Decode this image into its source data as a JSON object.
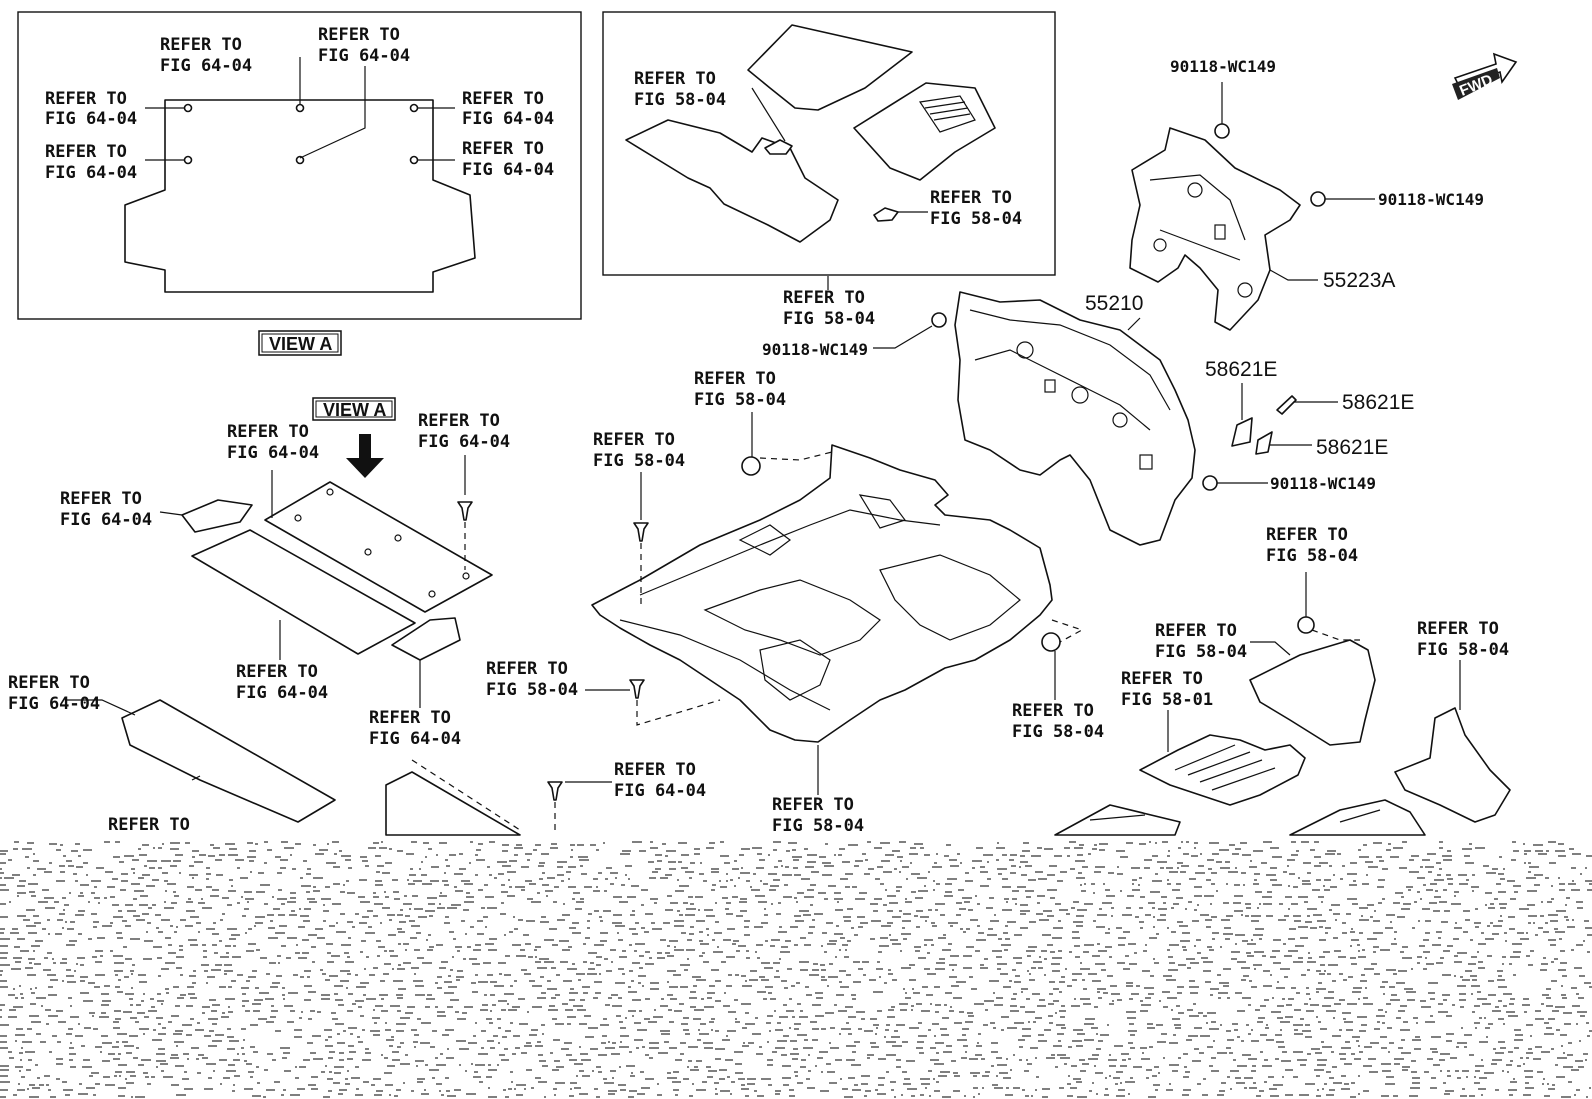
{
  "refer_texts": {
    "refer_to": "REFER TO",
    "fig_64_04": "FIG 64-04",
    "fig_58_04": "FIG 58-04",
    "fig_58_01": "FIG 58-01"
  },
  "view_labels": {
    "view_a_caption": "VIEW A",
    "view_a_arrow_label": "VIEW A"
  },
  "fwd_badge": "FWD",
  "part_numbers": {
    "nut_top": "90118-WC149",
    "nut_right": "90118-WC149",
    "nut_left": "90118-WC149",
    "nut_bottom": "90118-WC149",
    "silencer_upper": "55223A",
    "silencer_main": "55210",
    "pad_1": "58621E",
    "pad_2": "58621E",
    "pad_3": "58621E"
  }
}
